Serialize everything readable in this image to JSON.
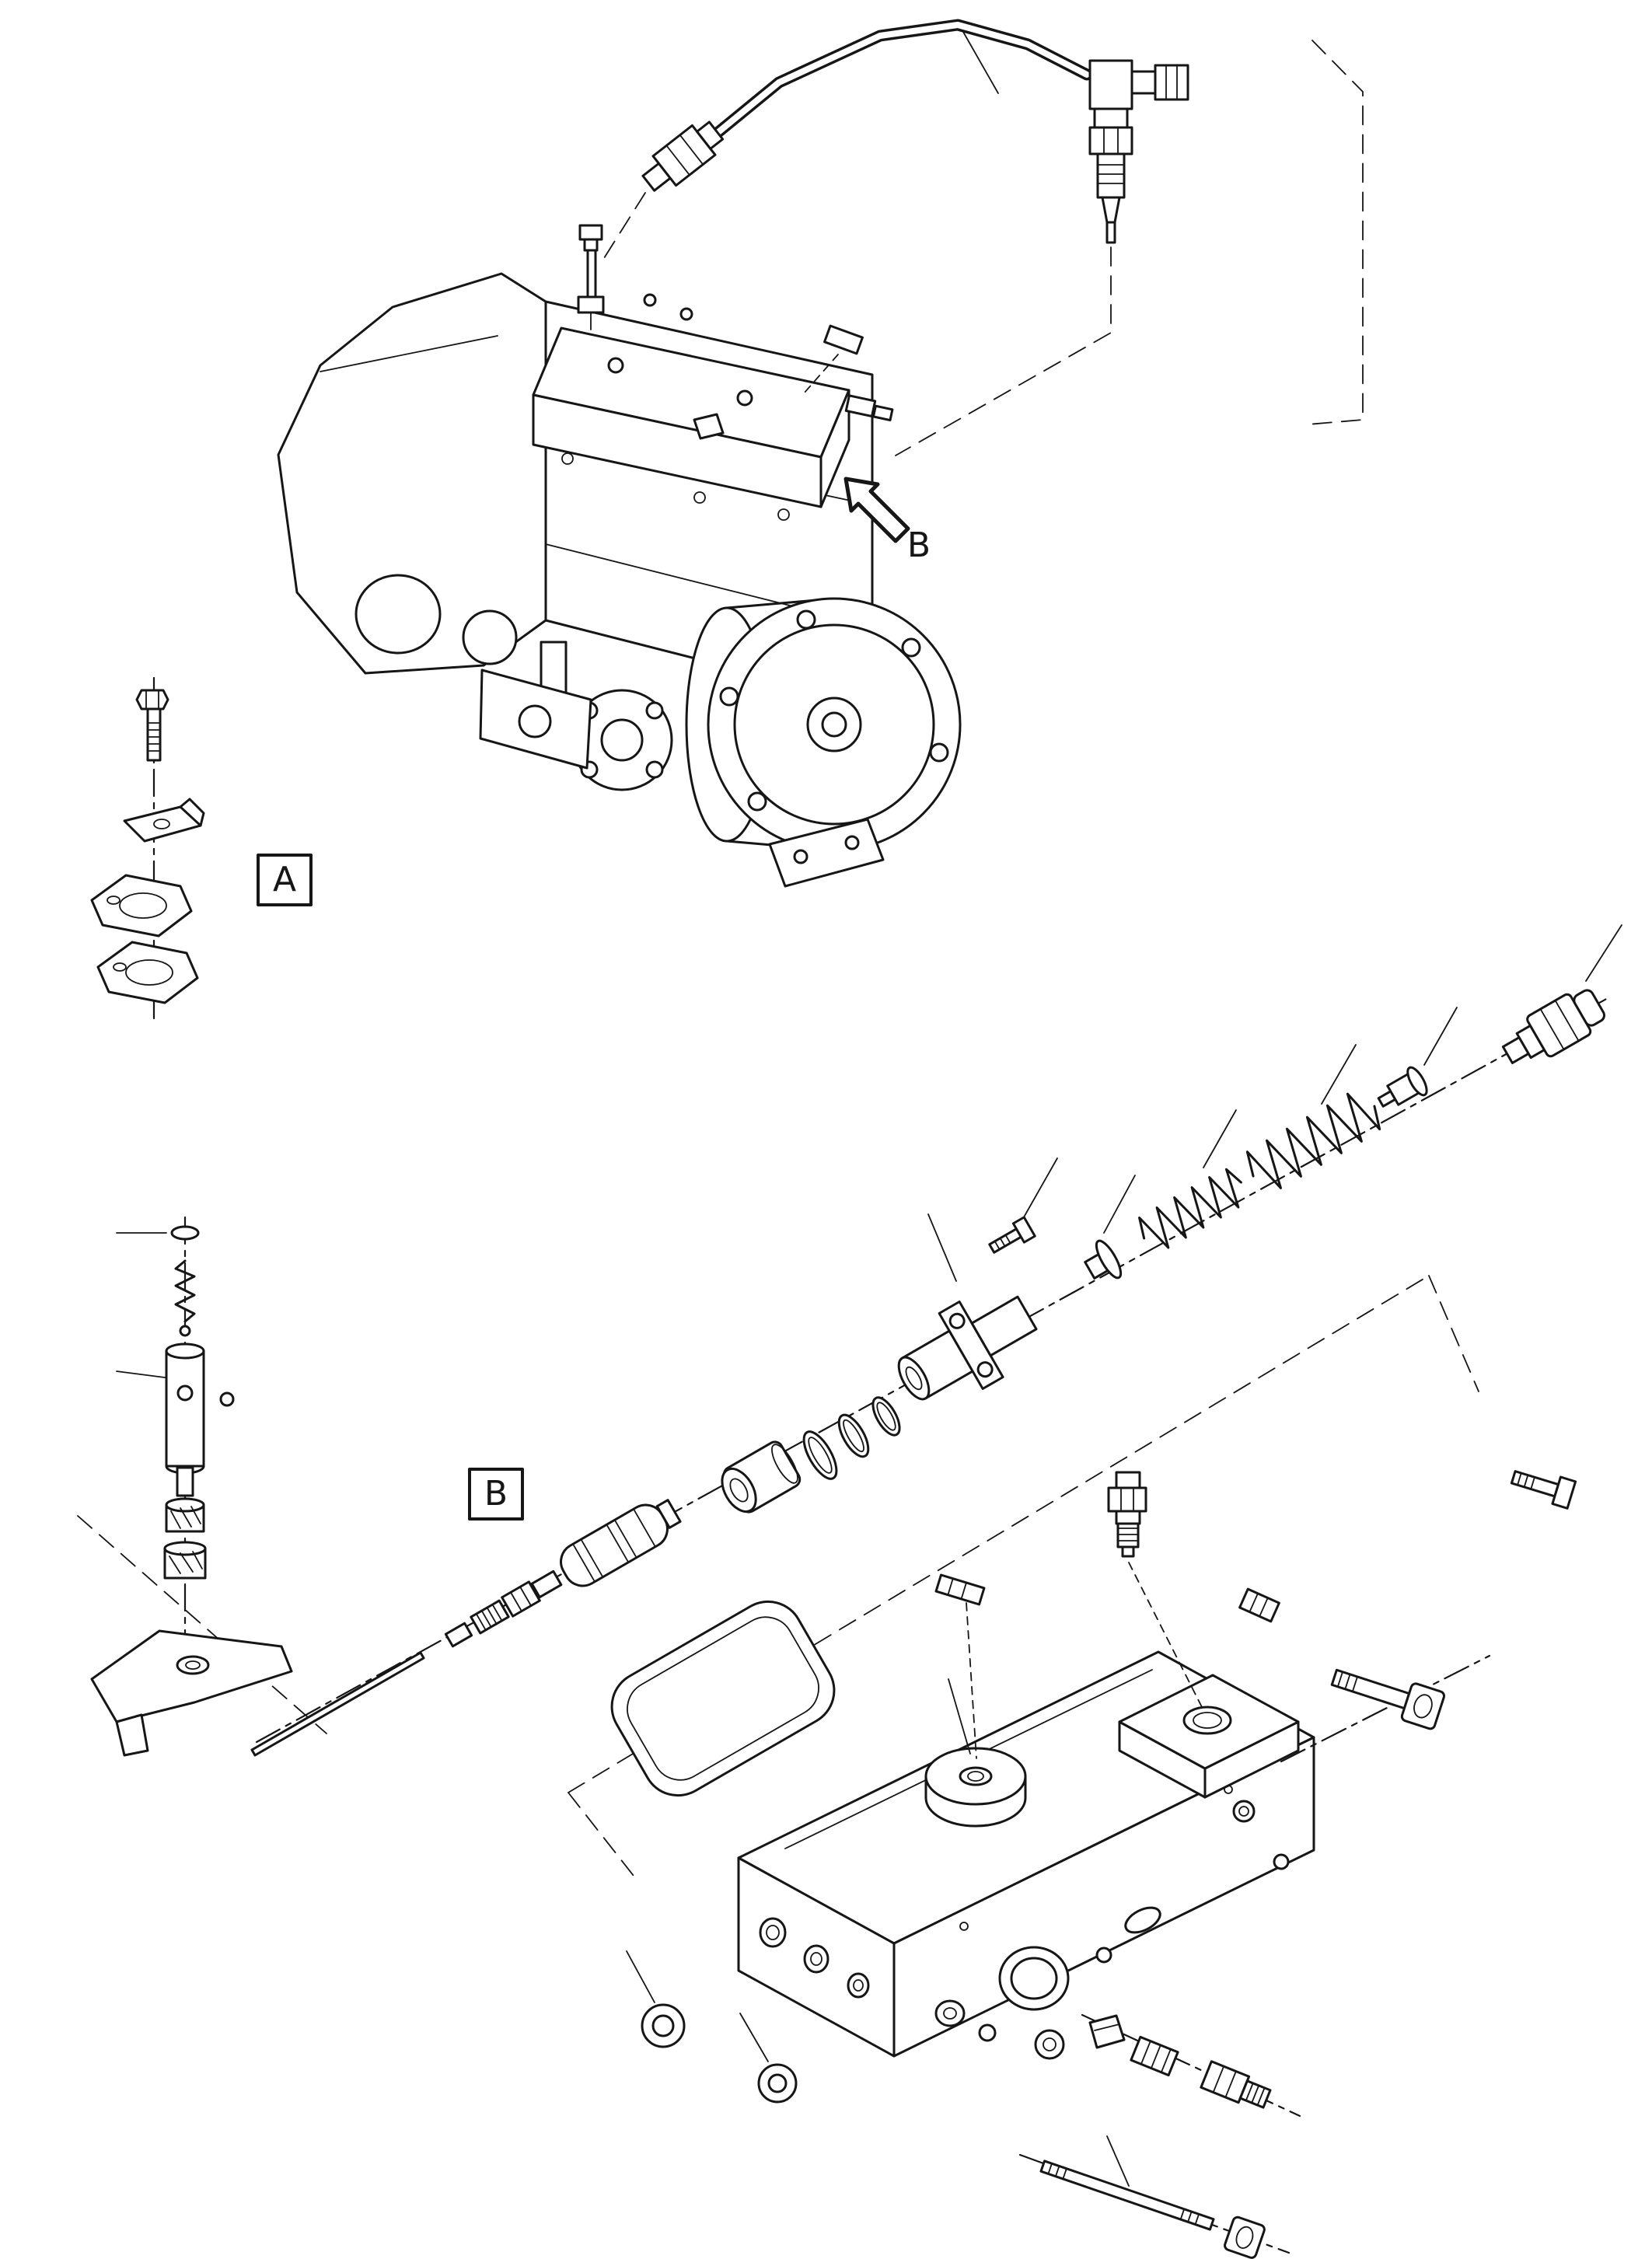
{
  "figure": {
    "background": "#ffffff",
    "ink": "#161616"
  },
  "callouts": {
    "a_label": "A",
    "b_label": "B",
    "b_arrow_label": "B"
  }
}
